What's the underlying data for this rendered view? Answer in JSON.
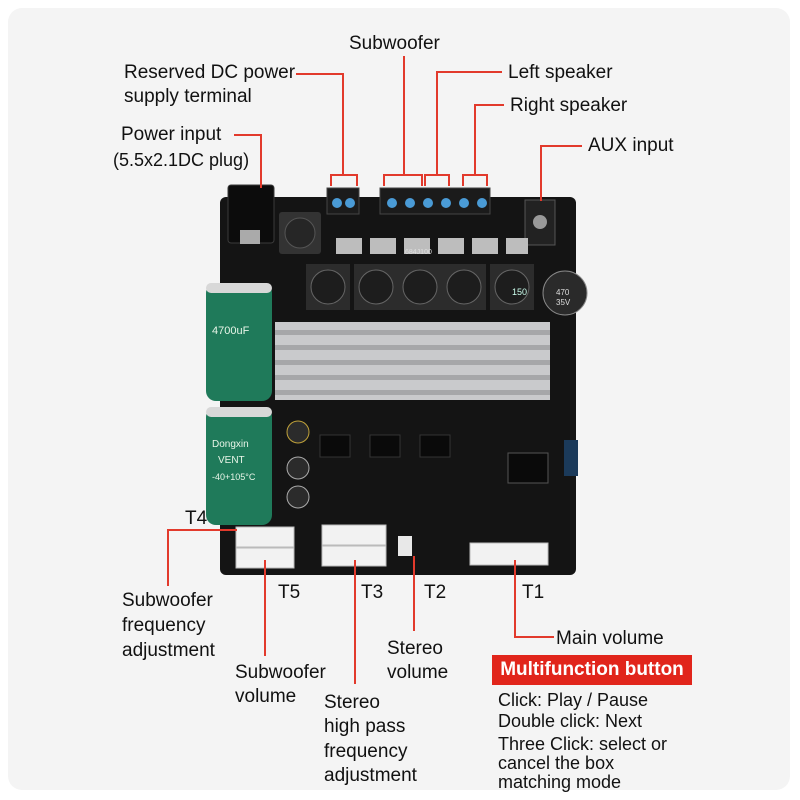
{
  "labels": {
    "subwoofer": "Subwoofer",
    "reserved_dc_line1": "Reserved DC power",
    "reserved_dc_line2": "supply terminal",
    "left_speaker": "Left speaker",
    "right_speaker": "Right speaker",
    "power_input_line1": "Power input",
    "power_input_line2": "(5.5x2.1DC plug)",
    "aux_input": "AUX input",
    "t4": "T4",
    "t5": "T5",
    "t3": "T3",
    "t2": "T2",
    "t1": "T1",
    "sub_freq_line1": "Subwoofer",
    "sub_freq_line2": "frequency",
    "sub_freq_line3": "adjustment",
    "sub_vol_line1": "Subwoofer",
    "sub_vol_line2": "volume",
    "stereo_vol_line1": "Stereo",
    "stereo_vol_line2": "volume",
    "stereo_hp_line1": "Stereo",
    "stereo_hp_line2": "high pass",
    "stereo_hp_line3": "frequency",
    "stereo_hp_line4": "adjustment",
    "main_volume": "Main volume"
  },
  "multifunction": {
    "title": "Multifunction button",
    "click": "Click: Play / Pause",
    "double_click": "Double click: Next",
    "three_click_line1": "Three Click: select or",
    "three_click_line2": "cancel the box",
    "three_click_line3": "matching mode"
  },
  "board_text": {
    "cap_big": "4700uF",
    "cap_brand": "Dongxin",
    "cap_vent": "VENT",
    "cap_temp": "-40+105°C",
    "cap_small": "470",
    "cap_small_v": "35V",
    "inductor": "150",
    "resistor": "684J100"
  },
  "colors": {
    "accent_line": "#e23a2c",
    "button_bg": "#e1251b",
    "board": "#141414",
    "capacitor": "#1f7a5a",
    "heatsink": "#c9cacc"
  }
}
